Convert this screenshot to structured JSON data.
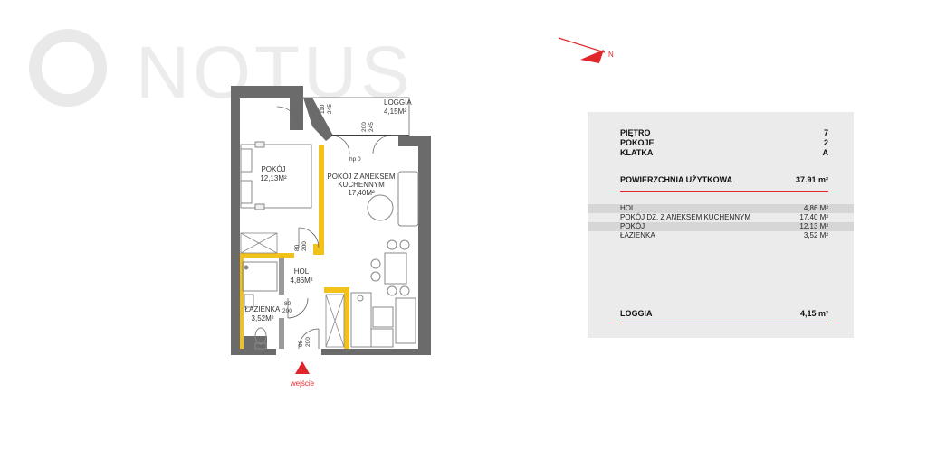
{
  "logo": {
    "text": "NOTUS"
  },
  "compass": {
    "label": "N"
  },
  "plan": {
    "entrance_label": "wejście",
    "rooms": [
      {
        "id": "loggia",
        "name": "LOGGIA",
        "area": "4,15m²"
      },
      {
        "id": "pokoj",
        "name": "POKÓJ",
        "area": "12,13m²"
      },
      {
        "id": "pokoj-aneks",
        "name_line1": "POKÓJ Z ANEKSEM",
        "name_line2": "KUCHENNYM",
        "area": "17,40m²"
      },
      {
        "id": "hol",
        "name": "HOL",
        "area": "4,86m²"
      },
      {
        "id": "lazienka",
        "name": "ŁAZIENKA",
        "area": "3,52m²"
      }
    ],
    "dims": {
      "loggia_door_w": "110",
      "loggia_door_h": "245",
      "balcony_door_w": "200",
      "balcony_door_h": "245",
      "hp": "hp 0",
      "bedroom_door_w": "80",
      "bedroom_door_h": "200",
      "bath_door_w": "80",
      "bath_door_h": "200",
      "entry_door_w": "90",
      "entry_door_h": "200"
    }
  },
  "summary": {
    "rows": [
      {
        "label": "PIĘTRO",
        "value": "7"
      },
      {
        "label": "POKOJE",
        "value": "2"
      },
      {
        "label": "KLATKA",
        "value": "A"
      }
    ],
    "usable_label": "POWIERZCHNIA UŻYTKOWA",
    "usable_value": "37.91 m²",
    "rooms": [
      {
        "name": "HOL",
        "area": "4,86 m²",
        "shaded": true
      },
      {
        "name": "POKÓJ DZ. Z ANEKSEM KUCHENNYM",
        "area": "17,40 m²",
        "shaded": false
      },
      {
        "name": "POKÓJ",
        "area": "12,13 m²",
        "shaded": true
      },
      {
        "name": "ŁAZIENKA",
        "area": "3,52 m²",
        "shaded": false
      }
    ],
    "loggia_label": "LOGGIA",
    "loggia_value": "4,15 m²"
  },
  "colors": {
    "accent": "#e0262b",
    "wall": "#666666",
    "highlight": "#f2c21b"
  }
}
